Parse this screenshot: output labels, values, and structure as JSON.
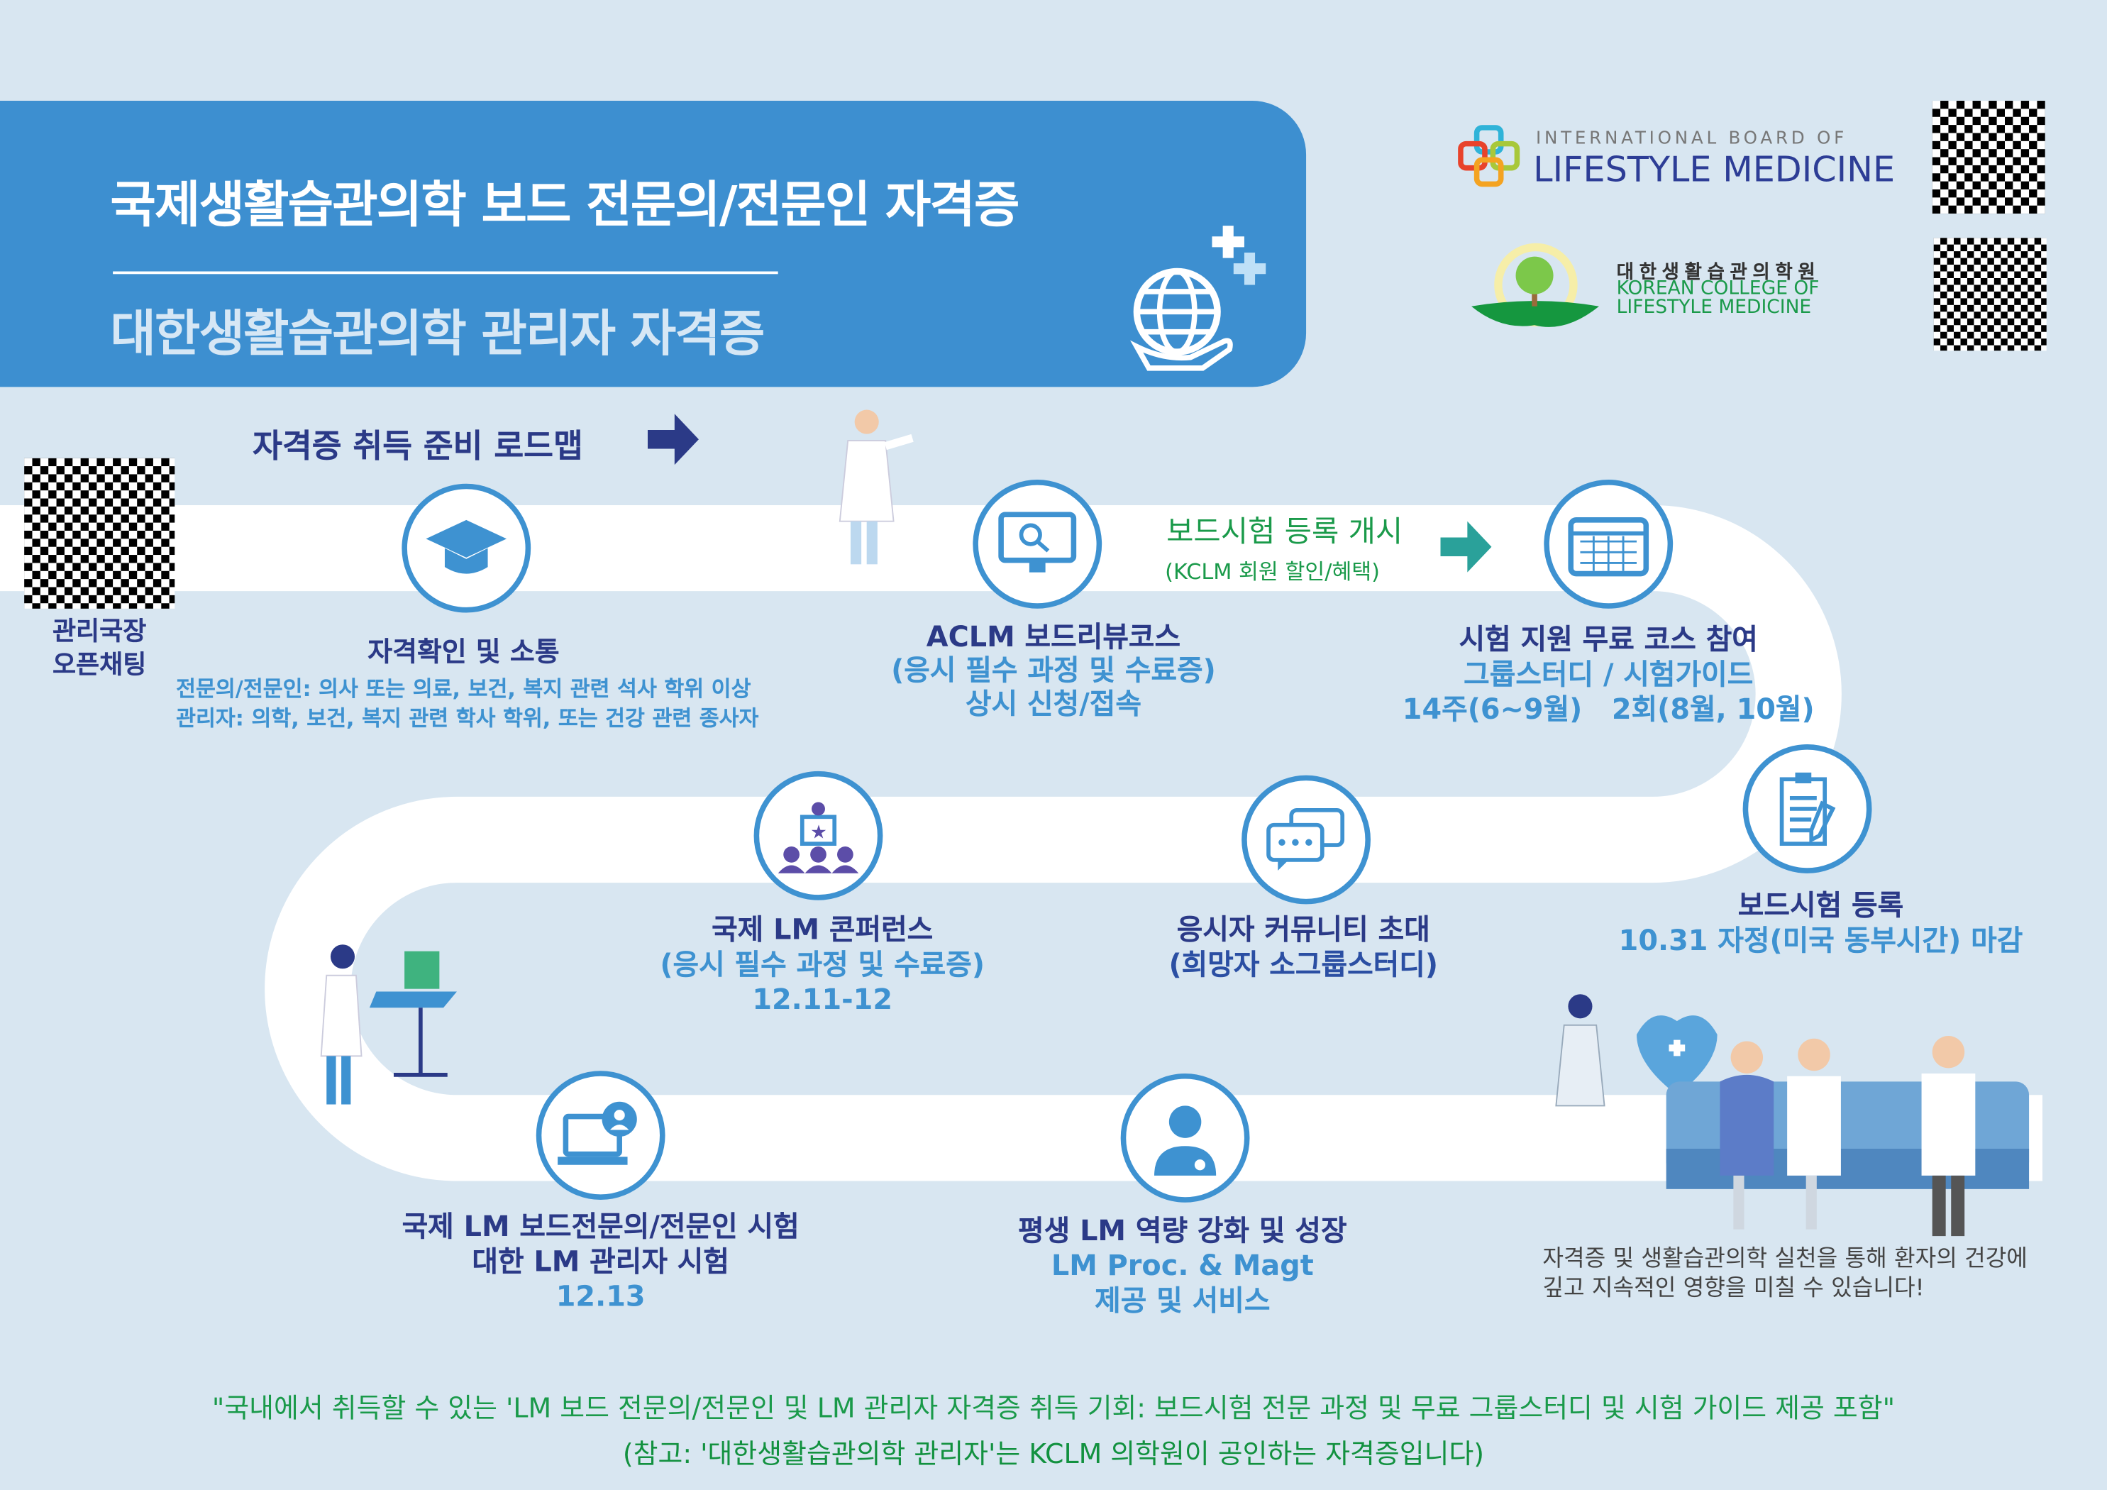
{
  "banner": {
    "title": "국제생활습관의학 보드 전문의/전문인 자격증",
    "subtitle": "대한생활습관의학 관리자 자격증"
  },
  "logos": {
    "iblm": {
      "line1": "INTERNATIONAL BOARD OF",
      "line2": "LIFESTYLE MEDICINE"
    },
    "kclm": {
      "korean": "대한생활습관의학원",
      "line1": "KOREAN COLLEGE OF",
      "line2": "LIFESTYLE MEDICINE"
    }
  },
  "roadmap_label": "자격증 취득 준비 로드맵",
  "open_chat": {
    "line1": "관리국장",
    "line2": "오픈채팅"
  },
  "steps": [
    {
      "title": "자격확인 및 소통",
      "lines": [
        "전문의/전문인: 의사 또는 의료, 보건, 복지 관련 석사 학위 이상",
        "관리자: 의학, 보건, 복지 관련 학사 학위, 또는 건강 관련 종사자"
      ]
    },
    {
      "title": "ACLM 보드리뷰코스",
      "lines": [
        "(응시 필수 과정 및 수료증)",
        "상시 신청/접속"
      ]
    },
    {
      "title": "시험 지원 무료 코스 참여",
      "lines": [
        "그룹스터디 / 시험가이드",
        "14주(6~9월)   2회(8월, 10월)"
      ]
    },
    {
      "title": "보드시험 등록",
      "lines": [
        "10.31 자정(미국 동부시간) 마감"
      ]
    },
    {
      "title": "응시자 커뮤니티 초대",
      "lines": [
        "(희망자 소그룹스터디)"
      ]
    },
    {
      "title": "국제 LM 콘퍼런스",
      "lines": [
        "(응시 필수 과정 및 수료증)",
        "12.11-12"
      ]
    },
    {
      "title": "국제 LM 보드전문의/전문인 시험",
      "lines": [
        "대한 LM 관리자 시험",
        "12.13"
      ]
    },
    {
      "title": "평생 LM 역량 강화 및 성장",
      "lines": [
        "LM Proc. & Magt",
        "제공 및 서비스"
      ]
    }
  ],
  "registration": {
    "title": "보드시험 등록 개시",
    "note": "(KCLM 회원 할인/혜택)"
  },
  "closing": {
    "line1": "자격증 및 생활습관의학 실천을 통해 환자의 건강에",
    "line2": "깊고 지속적인 영향을 미칠 수 있습니다!"
  },
  "footer": {
    "line1": "\"국내에서 취득할 수 있는 'LM 보드 전문의/전문인 및 LM 관리자 자격증 취득 기회: 보드시험 전문 과정 및 무료 그룹스터디 및 시험 가이드 제공 포함\"",
    "line2": "(참고: '대한생활습관의학 관리자'는 KCLM 의학원이 공인하는 자격증입니다)"
  }
}
